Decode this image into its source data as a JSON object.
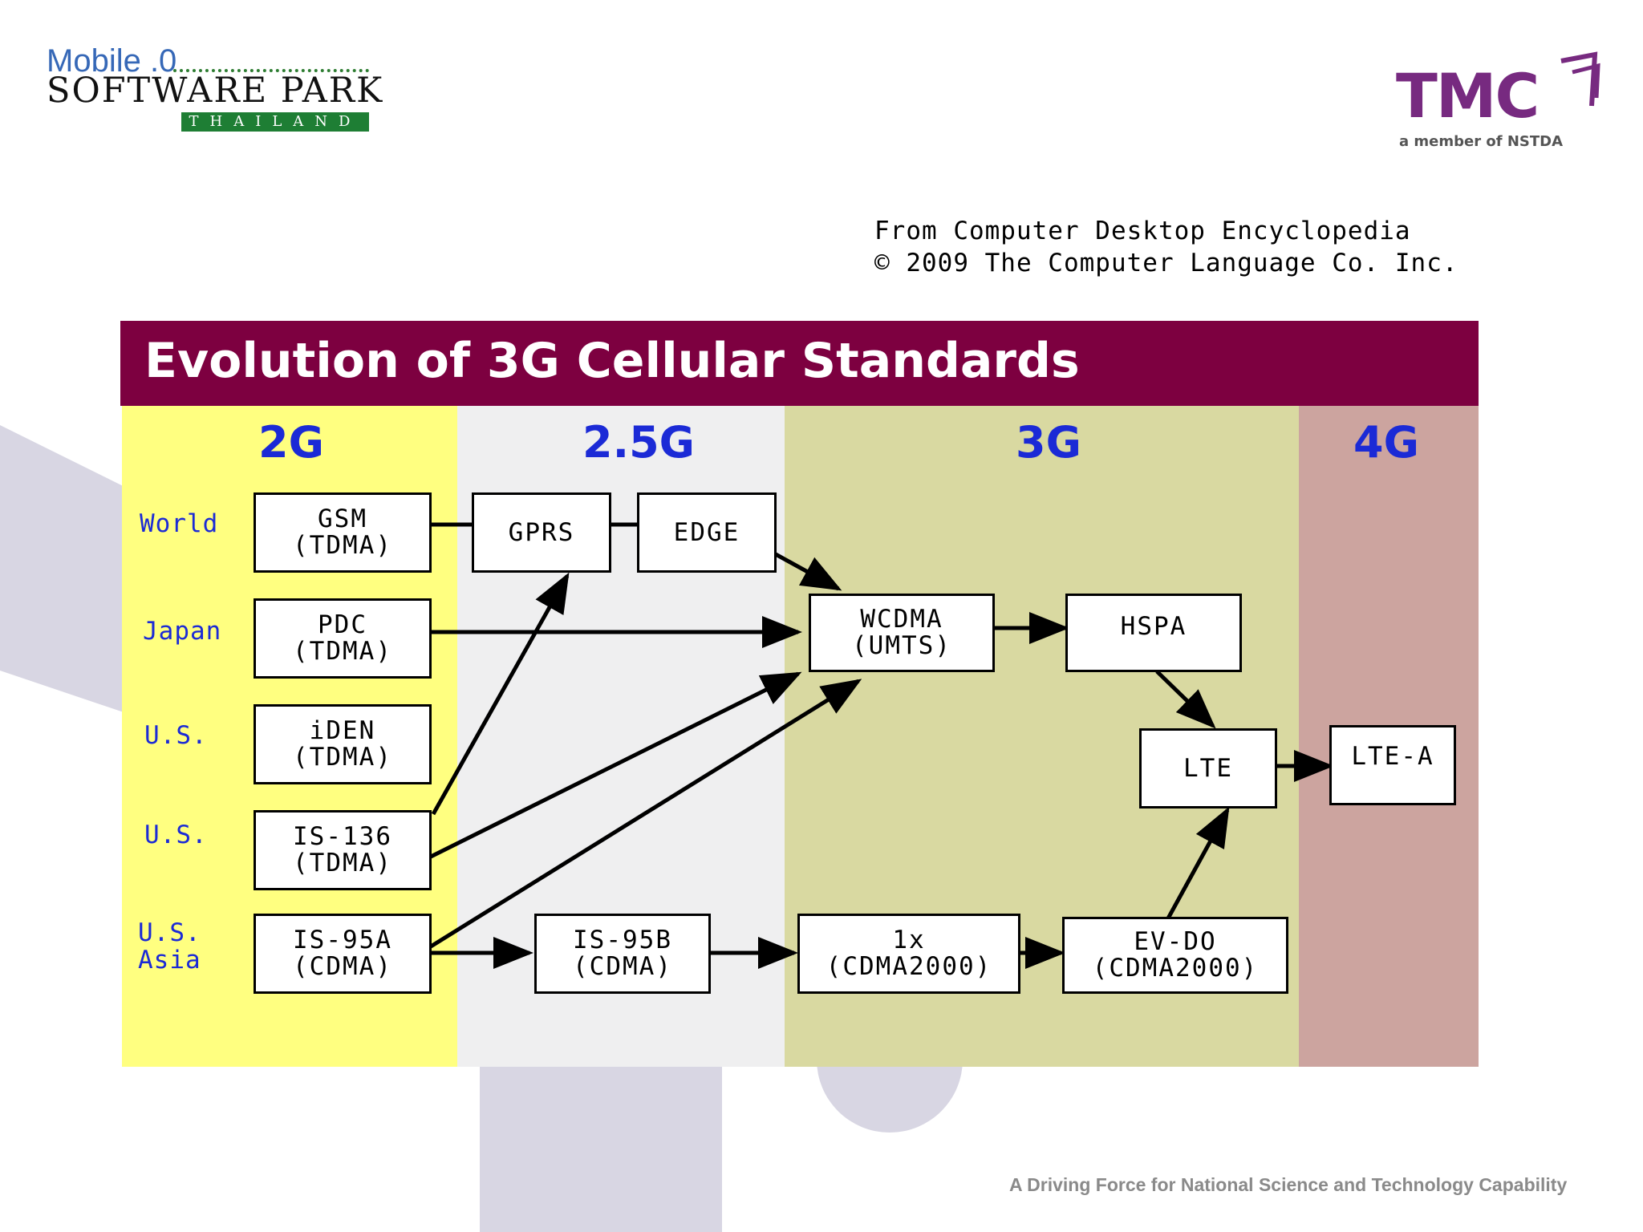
{
  "header": {
    "overlay_text": "Mobile .0",
    "logo_left_line1": "SOFTWARE PARK",
    "logo_left_line2": "THAILAND",
    "logo_right_text": "TMC",
    "logo_right_sub": "a member of NSTDA"
  },
  "source": {
    "line1": "From Computer Desktop Encyclopedia",
    "line2": "© 2009 The Computer Language Co. Inc."
  },
  "diagram": {
    "title": "Evolution of 3G Cellular Standards",
    "generations": [
      "2G",
      "2.5G",
      "3G",
      "4G"
    ],
    "regions": {
      "world": "World",
      "japan": "Japan",
      "us1": "U.S.",
      "us2": "U.S.",
      "usasia_line1": "U.S.",
      "usasia_line2": "Asia"
    },
    "nodes": {
      "gsm": [
        "GSM",
        "(TDMA)"
      ],
      "pdc": [
        "PDC",
        "(TDMA)"
      ],
      "iden": [
        "iDEN",
        "(TDMA)"
      ],
      "is136": [
        "IS-136",
        "(TDMA)"
      ],
      "is95a": [
        "IS-95A",
        "(CDMA)"
      ],
      "gprs": "GPRS",
      "edge": "EDGE",
      "is95b": [
        "IS-95B",
        "(CDMA)"
      ],
      "wcdma": [
        "WCDMA",
        "(UMTS)"
      ],
      "hspa": "HSPA",
      "lte": "LTE",
      "onex": [
        "1x",
        "(CDMA2000)"
      ],
      "evdo": [
        "EV-DO",
        "(CDMA2000)"
      ],
      "ltea": "LTE-A"
    },
    "colors": {
      "title_bg": "#7d0040",
      "band_2g": "#ffff80",
      "band_25g": "#efeff0",
      "band_3g": "#d9d9a1",
      "band_4g": "#cca49f",
      "generation_text": "#1b2ad6"
    }
  },
  "footer": {
    "tagline": "A Driving Force for National Science and Technology Capability"
  }
}
